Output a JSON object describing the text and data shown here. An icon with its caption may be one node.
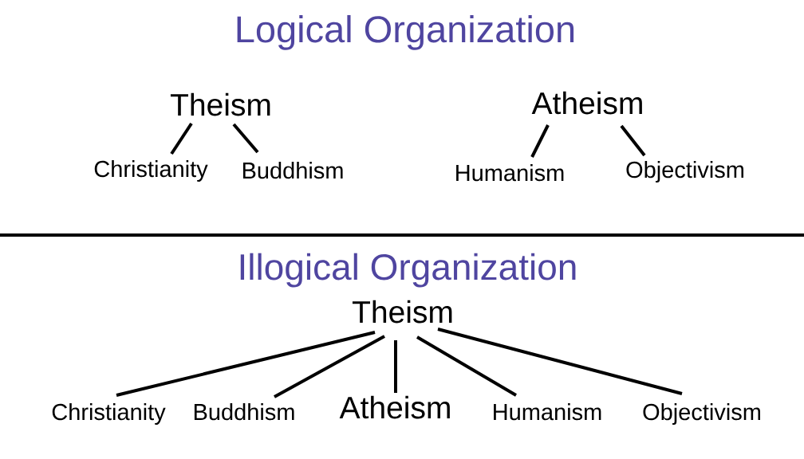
{
  "diagram": {
    "nodes": [
      {
        "text": [
          "Theism"
        ]
      },
      {
        "text": [
          "Atheism"
        ]
      },
      {
        "text": [
          "Christianity"
        ]
      },
      {
        "text": [
          "Buddhism"
        ]
      },
      {
        "text": [
          "Humanism"
        ]
      },
      {
        "text": [
          "Objectivism"
        ]
      },
      {
        "text": [
          "Theism"
        ]
      },
      {
        "text": [
          "Christianity"
        ]
      },
      {
        "text": [
          "Buddhism"
        ]
      },
      {
        "text": [
          "Atheism"
        ]
      },
      {
        "text": [
          "Humanism"
        ]
      },
      {
        "text": [
          "Objectivism"
        ]
      }
    ],
    "edges": [
      {
        "from": 0,
        "to": 2,
        "arrow": "none"
      },
      {
        "from": 0,
        "to": 3,
        "arrow": "none"
      },
      {
        "from": 1,
        "to": 4,
        "arrow": "none"
      },
      {
        "from": 1,
        "to": 5,
        "arrow": "none"
      },
      {
        "from": 6,
        "to": 7,
        "arrow": "none"
      },
      {
        "from": 6,
        "to": 8,
        "arrow": "none"
      },
      {
        "from": 6,
        "to": 9,
        "arrow": "none"
      },
      {
        "from": 6,
        "to": 10,
        "arrow": "none"
      },
      {
        "from": 6,
        "to": 11,
        "arrow": "none"
      }
    ],
    "labels": [
      "Logical Organization",
      "Illogical Organization"
    ]
  }
}
